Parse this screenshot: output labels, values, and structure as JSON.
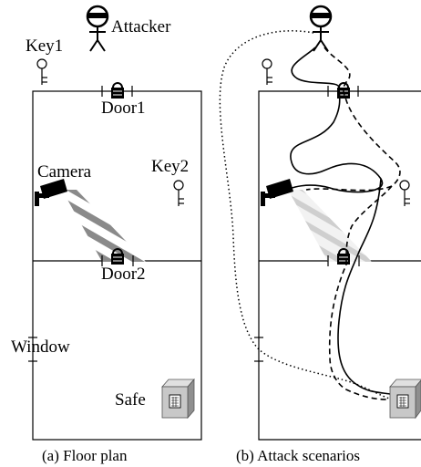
{
  "floor_plan": {
    "attacker_label": "Attacker",
    "key1_label": "Key1",
    "key2_label": "Key2",
    "door1_label": "Door1",
    "door2_label": "Door2",
    "camera_label": "Camera",
    "window_label": "Window",
    "safe_label": "Safe",
    "caption": "(a) Floor plan"
  },
  "attack_scenarios": {
    "caption": "(b) Attack scenarios",
    "path_styles": [
      "solid",
      "dashed",
      "dotted"
    ]
  },
  "colors": {
    "stroke": "#000000",
    "camera_stripe_dark": "#8a8a8a",
    "camera_stripe_light": "#d4d4d4",
    "safe_front": "#c8c8c8",
    "safe_side": "#8f8f8f"
  }
}
